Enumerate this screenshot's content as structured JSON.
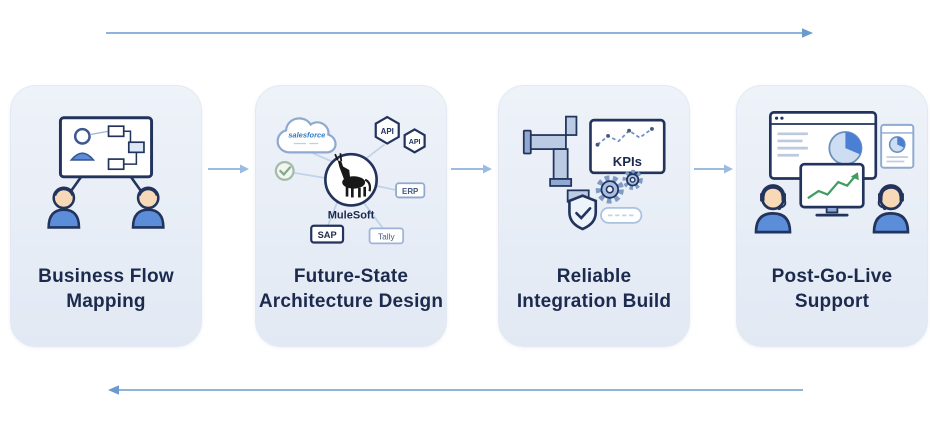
{
  "colors": {
    "card_bg_top": "#eef2f9",
    "card_bg_bottom": "#e2e9f4",
    "title_text": "#1c2a4d",
    "long_arrow": "#6b9ace",
    "connector_arrow": "#9bbce0",
    "icon_outline": "#22335c",
    "icon_blue": "#5b8dd9",
    "chart_green": "#3f9d63"
  },
  "arrows": {
    "top": {
      "direction": "right"
    },
    "bottom": {
      "direction": "left"
    }
  },
  "steps": [
    {
      "title_line1": "Business Flow",
      "title_line2": "Mapping",
      "icon": "whiteboard-flow-mapping"
    },
    {
      "title_line1": "Future-State",
      "title_line2": "Architecture Design",
      "icon": "mulesoft-integration-architecture",
      "labels": {
        "cloud": "salesforce",
        "api_badge_1": "API",
        "api_badge_2": "API",
        "hub": "MuleSoft",
        "erp": "ERP",
        "sap": "SAP",
        "tally": "Tally"
      }
    },
    {
      "title_line1": "Reliable",
      "title_line2": "Integration Build",
      "icon": "pipeline-kpi-build",
      "labels": {
        "kpi": "KPIs"
      }
    },
    {
      "title_line1": "Post-Go-Live",
      "title_line2": "Support",
      "icon": "support-team-dashboards"
    }
  ]
}
